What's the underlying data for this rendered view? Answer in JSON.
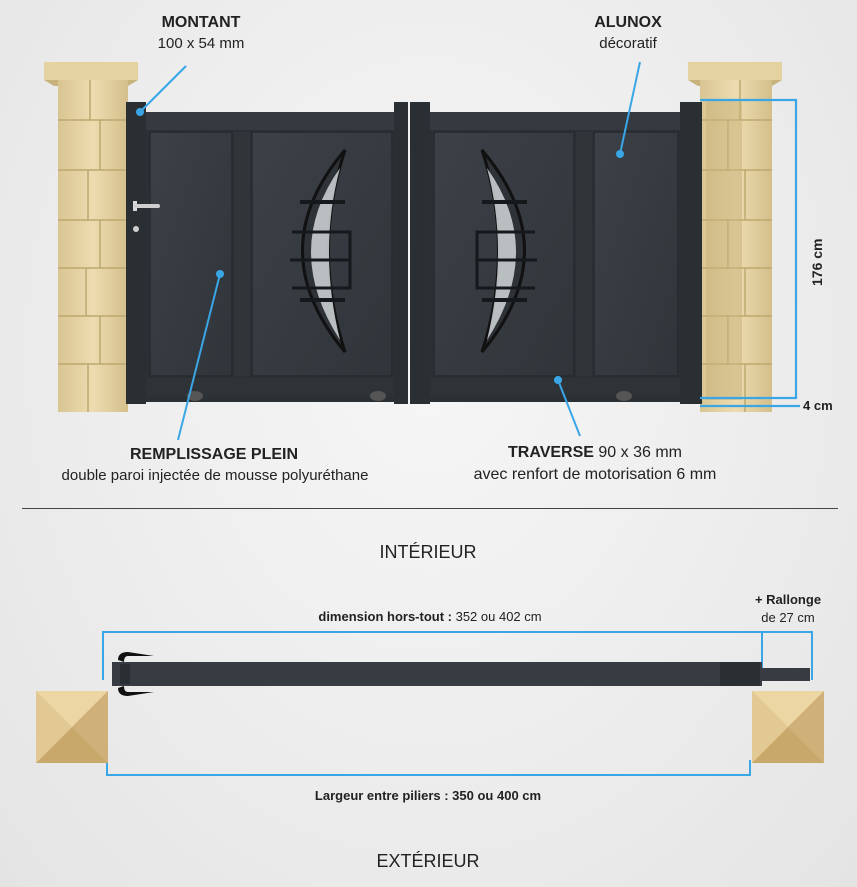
{
  "colors": {
    "gate": "#363c42",
    "gate_dark": "#2a2f34",
    "stone": "#e7d6a8",
    "accent": "#3aa6e6",
    "glass": "#c9cdd0"
  },
  "callouts": {
    "montant": {
      "title": "MONTANT",
      "sub": "100 x 54 mm"
    },
    "alunox": {
      "title": "ALUNOX",
      "sub": "décoratif"
    },
    "remplissage": {
      "title": "REMPLISSAGE PLEIN",
      "sub": "double paroi injectée de mousse polyuréthane"
    },
    "traverse": {
      "title": "TRAVERSE",
      "title_rest": " 90 x 36 mm",
      "sub": "avec renfort de motorisation 6 mm"
    }
  },
  "dimensions": {
    "height": "176 cm",
    "post_gap": "4 cm",
    "hors_tout_label": "dimension hors-tout : ",
    "hors_tout_value": "352 ou 402 cm",
    "rallonge_title": "+ Rallonge",
    "rallonge_value": "de 27 cm",
    "entre_piliers": "Largeur entre piliers : 350 ou 400 cm"
  },
  "sections": {
    "interieur": "INTÉRIEUR",
    "exterieur": "EXTÉRIEUR"
  }
}
